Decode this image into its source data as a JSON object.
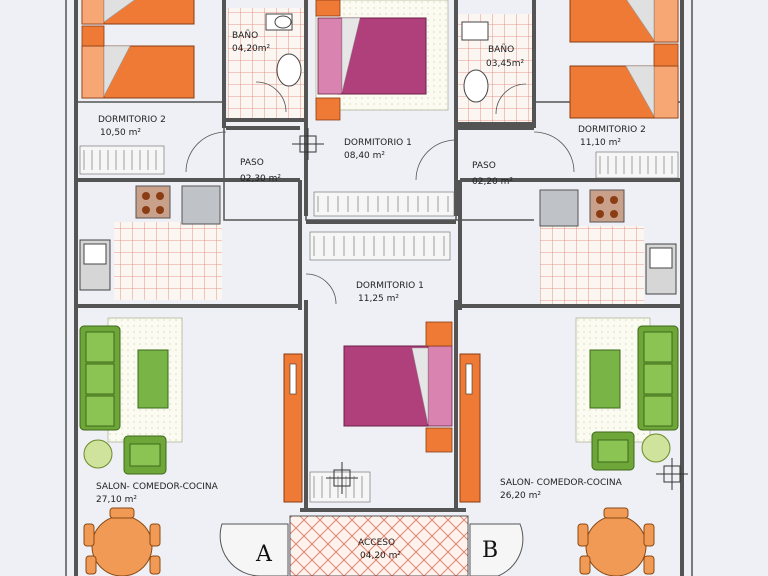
{
  "plan": {
    "rooms": {
      "bath_a": {
        "name": "BAÑO",
        "area": "04,20m²"
      },
      "bath_b": {
        "name": "BAÑO",
        "area": "03,45m²"
      },
      "dorm2_a": {
        "name": "DORMITORIO 2",
        "area": "10,50 m²"
      },
      "dorm1_top": {
        "name": "DORMITORIO 1",
        "area": "08,40 m²"
      },
      "dorm2_b": {
        "name": "DORMITORIO 2",
        "area": "11,10 m²"
      },
      "paso_a": {
        "name": "PASO",
        "area": "02,30 m²"
      },
      "paso_b": {
        "name": "PASO",
        "area": "02,20 m²"
      },
      "dorm1_mid": {
        "name": "DORMITORIO 1",
        "area": "11,25 m²"
      },
      "salon_a": {
        "name": "SALON- COMEDOR-COCINA",
        "area": "27,10 m²"
      },
      "salon_b": {
        "name": "SALON- COMEDOR-COCINA",
        "area": "26,20 m²"
      },
      "acceso": {
        "name": "ACCESO",
        "area": "04,20 m²"
      }
    },
    "units": {
      "a": "A",
      "b": "B"
    },
    "colors": {
      "wall": "#545454",
      "bed_orange": "#ee7a35",
      "bed_magenta": "#b0407c",
      "sofa_green": "#6fa63a",
      "tile_red": "#e07c6c",
      "table_orange": "#f09a55",
      "paper": "#eef0f6"
    }
  }
}
